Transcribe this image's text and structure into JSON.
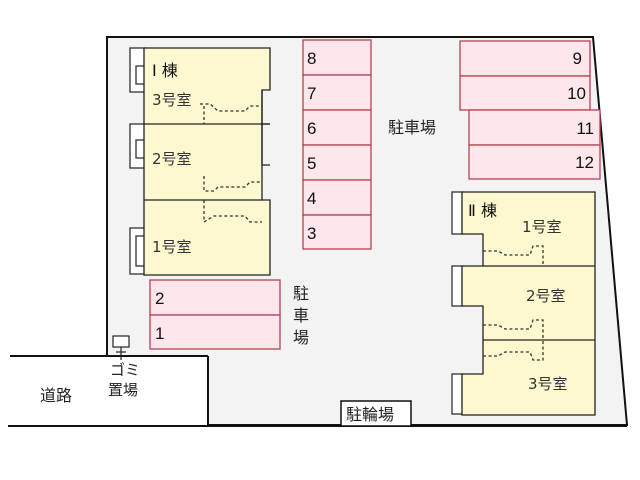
{
  "site": {
    "ground_color": "#f3f3f3",
    "outline_color": "#111111",
    "parking_fill": "#fde6ec",
    "parking_stroke": "#b5434f",
    "unit_fill": "#fdf8cf"
  },
  "building_1": {
    "label": "Ⅰ 棟",
    "rooms": [
      {
        "label": "3号室"
      },
      {
        "label": "2号室"
      },
      {
        "label": "1号室"
      }
    ]
  },
  "building_2": {
    "label": "Ⅱ 棟",
    "rooms": [
      {
        "label": "1号室"
      },
      {
        "label": "2号室"
      },
      {
        "label": "3号室"
      }
    ]
  },
  "parking": {
    "label_center": "駐車場",
    "label_left_vertical": [
      "駐",
      "車",
      "場"
    ],
    "column_center": [
      "8",
      "7",
      "6",
      "5",
      "4",
      "3"
    ],
    "right_top": [
      "9",
      "10"
    ],
    "right_bottom": [
      "11",
      "12"
    ],
    "left_bottom": [
      "2",
      "1"
    ]
  },
  "bicycle_parking": {
    "label": "駐輪場"
  },
  "garbage": {
    "label_line1": "ゴミ",
    "label_line2": "置場"
  },
  "road": {
    "label": "道路"
  }
}
